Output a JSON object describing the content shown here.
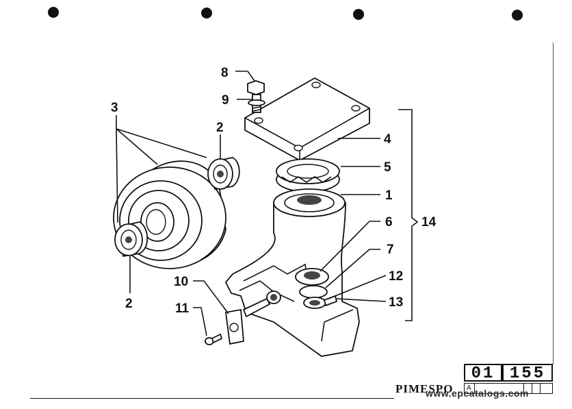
{
  "parts": [
    {
      "id": "p1",
      "label": "1"
    },
    {
      "id": "p2a",
      "label": "2"
    },
    {
      "id": "p2b",
      "label": "2"
    },
    {
      "id": "p3",
      "label": "3"
    },
    {
      "id": "p4",
      "label": "4"
    },
    {
      "id": "p5",
      "label": "5"
    },
    {
      "id": "p6",
      "label": "6"
    },
    {
      "id": "p7",
      "label": "7"
    },
    {
      "id": "p8",
      "label": "8"
    },
    {
      "id": "p9",
      "label": "9"
    },
    {
      "id": "p10",
      "label": "10"
    },
    {
      "id": "p11",
      "label": "11"
    },
    {
      "id": "p12",
      "label": "12"
    },
    {
      "id": "p13",
      "label": "13"
    },
    {
      "id": "p14",
      "label": "14"
    }
  ],
  "title_block": {
    "code_left": "01",
    "code_right": "155",
    "revision": "A"
  },
  "brand": "PIMESPO",
  "watermark": "www.epcatalogs.com"
}
